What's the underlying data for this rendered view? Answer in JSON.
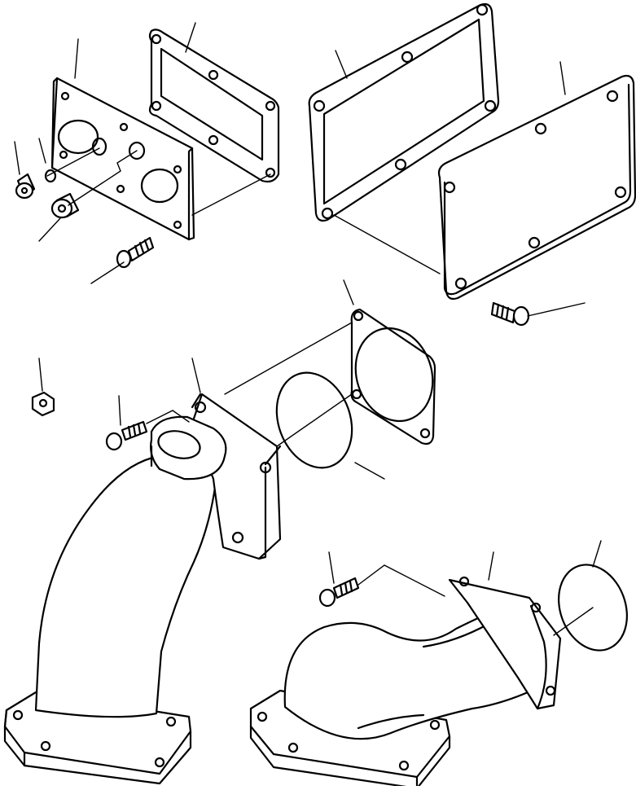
{
  "diagram": {
    "ink_color": "#000000",
    "background_color": "#ffffff",
    "parts": [
      "cover-plate-small",
      "gasket-small",
      "gasket-large",
      "cover-plate-large",
      "plug-small",
      "washer",
      "plug-large",
      "bolt",
      "nut",
      "gasket-flange",
      "o-ring",
      "elbow-tall",
      "elbow-low"
    ]
  }
}
